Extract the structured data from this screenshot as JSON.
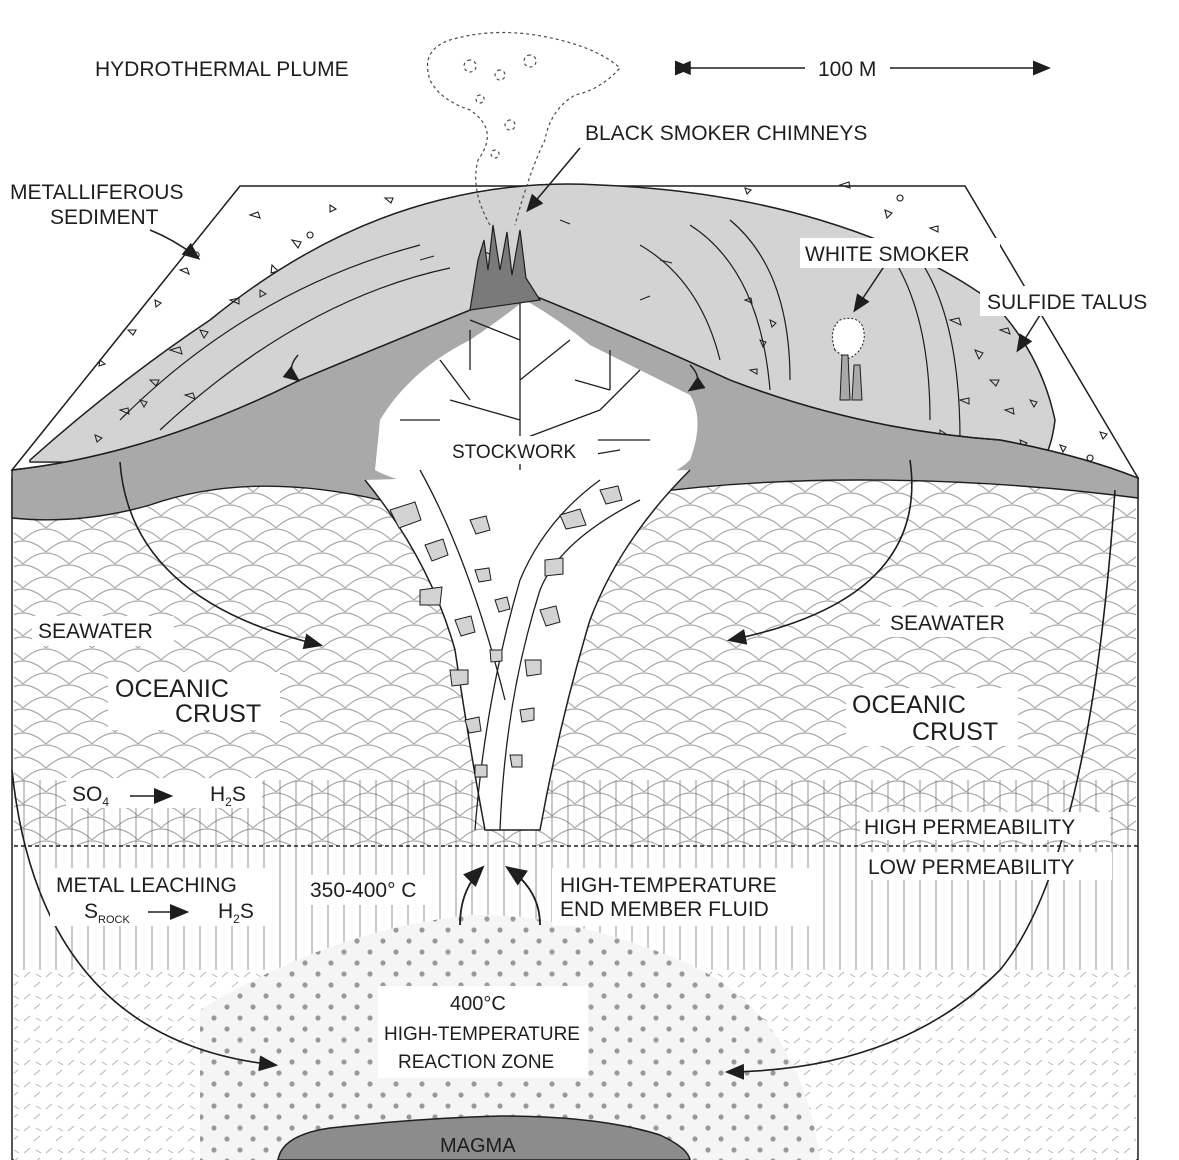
{
  "labels": {
    "hydrothermal_plume": "HYDROTHERMAL PLUME",
    "scale_bar": "100 M",
    "black_smoker": "BLACK SMOKER CHIMNEYS",
    "metalliferous_1": "METALLIFEROUS",
    "metalliferous_2": "SEDIMENT",
    "white_smoker": "WHITE SMOKER",
    "sulfide_talus": "SULFIDE TALUS",
    "stockwork": "STOCKWORK",
    "seawater_left": "SEAWATER",
    "seawater_right": "SEAWATER",
    "oceanic_left_1": "OCEANIC",
    "oceanic_left_2": "CRUST",
    "oceanic_right_1": "OCEANIC",
    "oceanic_right_2": "CRUST",
    "so4_pre": "SO",
    "so4_sub": "4",
    "h2s_h": "H",
    "h2s_sub": "2",
    "h2s_s": "S",
    "high_perm": "HIGH PERMEABILITY",
    "low_perm": "LOW PERMEABILITY",
    "metal_leaching": "METAL LEACHING",
    "s_rock_s": "S",
    "s_rock_sub": "ROCK",
    "h2s2_h": "H",
    "h2s2_sub": "2",
    "h2s2_s": "S",
    "temp_range": "350-400° C",
    "ht_fluid_1": "HIGH-TEMPERATURE",
    "ht_fluid_2": "END MEMBER FLUID",
    "reaction_temp": "400°C",
    "reaction_1": "HIGH-TEMPERATURE",
    "reaction_2": "REACTION ZONE",
    "magma": "MAGMA"
  },
  "colors": {
    "mound_gray": "#d3d3d3",
    "dark_gray": "#a9a9a9",
    "magma_gray": "#8c8c8c",
    "stockwork_fill": "#ffffff",
    "line": "#1e1e1e"
  }
}
